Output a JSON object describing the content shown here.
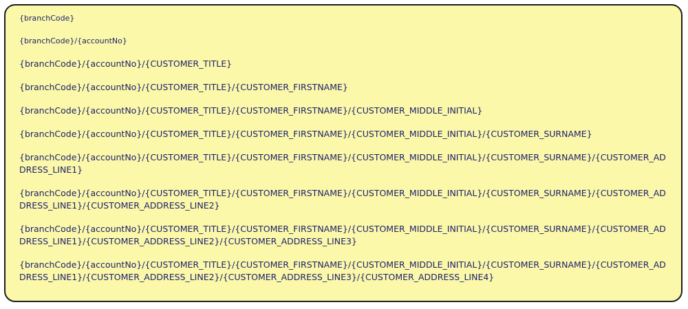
{
  "lines": [
    "{branchCode}",
    "{branchCode}/{accountNo}",
    "{branchCode}/{accountNo}/{CUSTOMER_TITLE}",
    "{branchCode}/{accountNo}/{CUSTOMER_TITLE}/{CUSTOMER_FIRSTNAME}",
    "{branchCode}/{accountNo}/{CUSTOMER_TITLE}/{CUSTOMER_FIRSTNAME}/{CUSTOMER_MIDDLE_INITIAL}",
    "{branchCode}/{accountNo}/{CUSTOMER_TITLE}/{CUSTOMER_FIRSTNAME}/{CUSTOMER_MIDDLE_INITIAL}/{CUSTOMER_SURNAME}",
    "{branchCode}/{accountNo}/{CUSTOMER_TITLE}/{CUSTOMER_FIRSTNAME}/{CUSTOMER_MIDDLE_INITIAL}/{CUSTOMER_SURNAME}/{CUSTOMER_ADDRESS_LINE1}",
    "{branchCode}/{accountNo}/{CUSTOMER_TITLE}/{CUSTOMER_FIRSTNAME}/{CUSTOMER_MIDDLE_INITIAL}/{CUSTOMER_SURNAME}/{CUSTOMER_ADDRESS_LINE1}/{CUSTOMER_ADDRESS_LINE2}",
    "{branchCode}/{accountNo}/{CUSTOMER_TITLE}/{CUSTOMER_FIRSTNAME}/{CUSTOMER_MIDDLE_INITIAL}/{CUSTOMER_SURNAME}/{CUSTOMER_ADDRESS_LINE1}/{CUSTOMER_ADDRESS_LINE2}/{CUSTOMER_ADDRESS_LINE3}",
    "{branchCode}/{accountNo}/{CUSTOMER_TITLE}/{CUSTOMER_FIRSTNAME}/{CUSTOMER_MIDDLE_INITIAL}/{CUSTOMER_SURNAME}/{CUSTOMER_ADDRESS_LINE1}/{CUSTOMER_ADDRESS_LINE2}/{CUSTOMER_ADDRESS_LINE3}/{CUSTOMER_ADDRESS_LINE4}"
  ],
  "colors": {
    "box_fill": "#fbf8a9",
    "box_border": "#1c1c1c",
    "text": "#1b1f6b"
  }
}
